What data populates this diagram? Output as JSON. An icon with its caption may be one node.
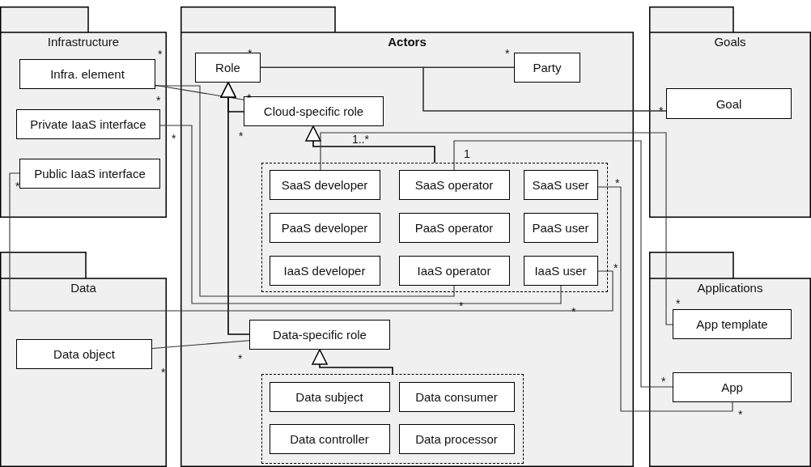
{
  "diagram": {
    "nodes": [
      {
        "text": [
          "Infrastructure"
        ]
      },
      {
        "text": [
          "Infra. element"
        ],
        "in": 0
      },
      {
        "text": [
          "Private IaaS interface"
        ],
        "in": 0
      },
      {
        "text": [
          "Public IaaS interface"
        ],
        "in": 0
      },
      {
        "text": [
          "Actors"
        ]
      },
      {
        "text": [
          "Role"
        ],
        "in": 4
      },
      {
        "text": [
          "Party"
        ],
        "in": 4
      },
      {
        "text": [
          "Cloud-specific role"
        ],
        "in": 4
      },
      {
        "text": [],
        "shape": "box",
        "in": 4
      },
      {
        "text": [
          "SaaS developer"
        ],
        "in": 8
      },
      {
        "text": [
          "SaaS operator"
        ],
        "in": 8
      },
      {
        "text": [
          "SaaS user"
        ],
        "in": 8
      },
      {
        "text": [
          "PaaS developer"
        ],
        "in": 8
      },
      {
        "text": [
          "PaaS operator"
        ],
        "in": 8
      },
      {
        "text": [
          "PaaS user"
        ],
        "in": 8
      },
      {
        "text": [
          "IaaS developer"
        ],
        "in": 8
      },
      {
        "text": [
          "IaaS operator"
        ],
        "in": 8
      },
      {
        "text": [
          "IaaS user"
        ],
        "in": 8
      },
      {
        "text": [
          "Data-specific role"
        ],
        "in": 4
      },
      {
        "text": [],
        "shape": "box",
        "in": 4
      },
      {
        "text": [
          "Data subject"
        ],
        "in": 19
      },
      {
        "text": [
          "Data consumer"
        ],
        "in": 19
      },
      {
        "text": [
          "Data controller"
        ],
        "in": 19
      },
      {
        "text": [
          "Data processor"
        ],
        "in": 19
      },
      {
        "text": [
          "Goals"
        ]
      },
      {
        "text": [
          "Goal"
        ],
        "in": 24
      },
      {
        "text": [
          "Data"
        ]
      },
      {
        "text": [
          "Data object"
        ],
        "in": 26
      },
      {
        "text": [
          "Applications"
        ]
      },
      {
        "text": [
          "App template"
        ],
        "in": 28
      },
      {
        "text": [
          "App"
        ],
        "in": 28
      }
    ],
    "edges": [
      {
        "from": 5,
        "to": 6,
        "arrow": "none"
      },
      {
        "from": 5,
        "to": 25,
        "arrow": "none"
      },
      {
        "from": 6,
        "to": 25,
        "arrow": "none"
      },
      {
        "from": 1,
        "to": 7,
        "arrow": "none"
      },
      {
        "from": 7,
        "to": 5,
        "arrow": "to"
      },
      {
        "from": 18,
        "to": 5,
        "arrow": "to"
      },
      {
        "from": 8,
        "to": 7,
        "arrow": "to"
      },
      {
        "from": 19,
        "to": 18,
        "arrow": "to"
      },
      {
        "from": 1,
        "to": 16,
        "arrow": "none"
      },
      {
        "from": 2,
        "to": 17,
        "arrow": "none"
      },
      {
        "from": 3,
        "to": 17,
        "arrow": "none"
      },
      {
        "from": 9,
        "to": 29,
        "arrow": "none"
      },
      {
        "from": 10,
        "to": 30,
        "arrow": "none"
      },
      {
        "from": 11,
        "to": 30,
        "arrow": "none"
      },
      {
        "from": 27,
        "to": 18,
        "arrow": "none"
      }
    ],
    "labels": [
      "*",
      "*",
      "*",
      "*",
      "*",
      "*",
      "*",
      "*",
      "1..*",
      "1",
      "*",
      "*",
      "*",
      "*",
      "*",
      "*",
      "*",
      "*",
      "*",
      "*"
    ]
  }
}
